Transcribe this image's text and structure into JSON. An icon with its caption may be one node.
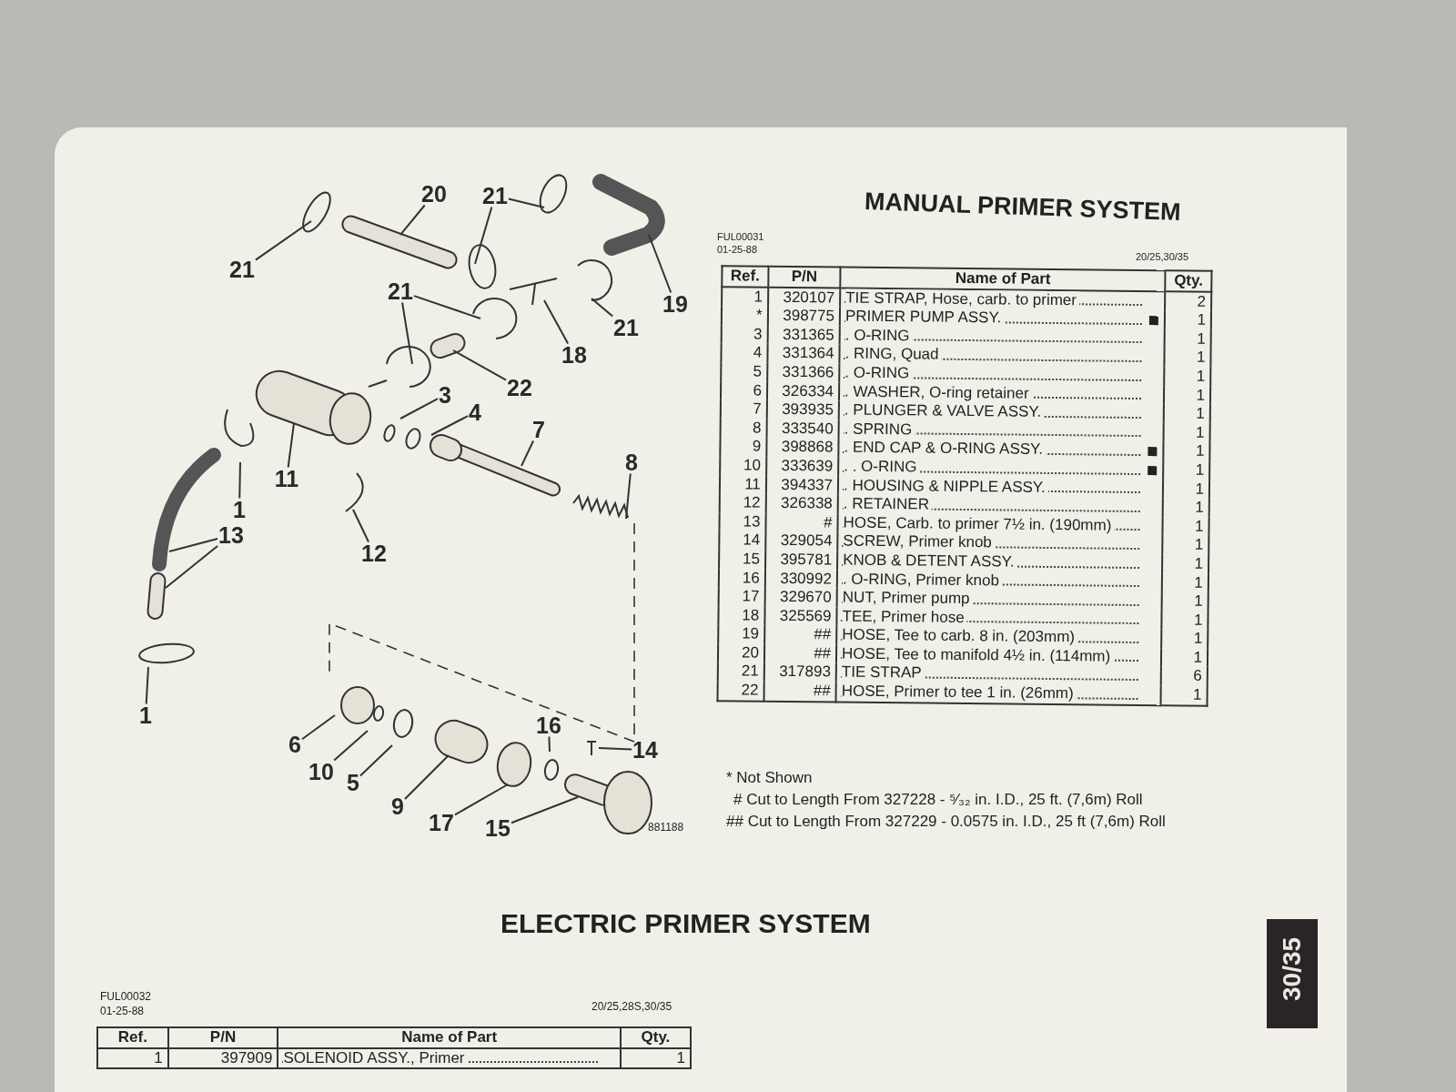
{
  "diagram": {
    "title": "MANUAL PRIMER SYSTEM",
    "nodes": [
      {
        "text": [
          "20"
        ]
      },
      {
        "text": [
          "21"
        ]
      },
      {
        "text": [
          "21"
        ]
      },
      {
        "text": [
          "19"
        ]
      },
      {
        "text": [
          "21"
        ]
      },
      {
        "text": [
          "18"
        ]
      },
      {
        "text": [
          "21"
        ]
      },
      {
        "text": [
          "22"
        ]
      },
      {
        "text": [
          "3"
        ]
      },
      {
        "text": [
          "4"
        ]
      },
      {
        "text": [
          "7"
        ]
      },
      {
        "text": [
          "8"
        ]
      },
      {
        "text": [
          "11"
        ]
      },
      {
        "text": [
          "1"
        ]
      },
      {
        "text": [
          "13"
        ]
      },
      {
        "text": [
          "12"
        ]
      },
      {
        "text": [
          "1"
        ]
      },
      {
        "text": [
          "6"
        ]
      },
      {
        "text": [
          "10"
        ]
      },
      {
        "text": [
          "5"
        ]
      },
      {
        "text": [
          "9"
        ]
      },
      {
        "text": [
          "17"
        ]
      },
      {
        "text": [
          "15"
        ]
      },
      {
        "text": [
          "16"
        ]
      },
      {
        "text": [
          "14"
        ]
      }
    ],
    "edges": [
      {
        "from": 0,
        "to": null,
        "arrow": "none"
      },
      {
        "from": 1,
        "to": null,
        "arrow": "none"
      },
      {
        "from": 2,
        "to": null,
        "arrow": "none"
      },
      {
        "from": 2,
        "to": null,
        "arrow": "none"
      },
      {
        "from": 3,
        "to": null,
        "arrow": "none"
      },
      {
        "from": 4,
        "to": null,
        "arrow": "none"
      },
      {
        "from": 5,
        "to": null,
        "arrow": "none"
      },
      {
        "from": 6,
        "to": null,
        "arrow": "none"
      },
      {
        "from": 6,
        "to": null,
        "arrow": "none"
      },
      {
        "from": 7,
        "to": null,
        "arrow": "none"
      },
      {
        "from": 8,
        "to": null,
        "arrow": "none"
      },
      {
        "from": 9,
        "to": null,
        "arrow": "none"
      },
      {
        "from": 10,
        "to": null,
        "arrow": "none"
      },
      {
        "from": 11,
        "to": null,
        "arrow": "none"
      },
      {
        "from": 12,
        "to": null,
        "arrow": "none"
      },
      {
        "from": 13,
        "to": null,
        "arrow": "none"
      },
      {
        "from": 14,
        "to": null,
        "arrow": "none"
      },
      {
        "from": 14,
        "to": null,
        "arrow": "none"
      },
      {
        "from": 15,
        "to": null,
        "arrow": "none"
      },
      {
        "from": 16,
        "to": null,
        "arrow": "none"
      },
      {
        "from": 17,
        "to": null,
        "arrow": "none"
      },
      {
        "from": 18,
        "to": null,
        "arrow": "none"
      },
      {
        "from": 19,
        "to": null,
        "arrow": "none"
      },
      {
        "from": 20,
        "to": null,
        "arrow": "none"
      },
      {
        "from": 21,
        "to": null,
        "arrow": "none"
      },
      {
        "from": 22,
        "to": null,
        "arrow": "none"
      },
      {
        "from": 23,
        "to": null,
        "arrow": "none"
      },
      {
        "from": 24,
        "to": null,
        "arrow": "none"
      }
    ],
    "labels": [
      "FUL00031",
      "01-25-88",
      "20/25,30/35",
      "Ref.",
      "P/N",
      "Name of Part",
      "Qty.",
      "1",
      "320107",
      "TIE STRAP, Hose, carb. to primer",
      "2",
      "*",
      "398775",
      "PRIMER PUMP ASSY.",
      "1",
      "3",
      "331365",
      ". O-RING",
      "1",
      "4",
      "331364",
      ". RING, Quad",
      "1",
      "5",
      "331366",
      ". O-RING",
      "1",
      "6",
      "326334",
      ". WASHER, O-ring retainer",
      "1",
      "7",
      "393935",
      ". PLUNGER & VALVE ASSY.",
      "1",
      "8",
      "333540",
      ". SPRING",
      "1",
      "9",
      "398868",
      ". END CAP & O-RING ASSY.",
      "1",
      "10",
      "333639",
      ". . O-RING",
      "1",
      "11",
      "394337",
      ". HOUSING & NIPPLE ASSY.",
      "1",
      "12",
      "326338",
      ". RETAINER",
      "1",
      "13",
      "#",
      "HOSE, Carb. to primer 7½ in. (190mm)",
      "1",
      "14",
      "329054",
      "SCREW, Primer knob",
      "1",
      "15",
      "395781",
      "KNOB & DETENT ASSY.",
      "1",
      "16",
      "330992",
      ". O-RING, Primer knob",
      "1",
      "17",
      "329670",
      "NUT, Primer pump",
      "1",
      "18",
      "325569",
      "TEE, Primer hose",
      "1",
      "19",
      "##",
      "HOSE, Tee to carb. 8 in. (203mm)",
      "1",
      "20",
      "##",
      "HOSE, Tee to manifold 4½ in. (114mm)",
      "1",
      "21",
      "317893",
      "TIE STRAP",
      "6",
      "22",
      "##",
      "HOSE, Primer to tee 1 in. (26mm)",
      "1",
      "* Not Shown",
      "# Cut to Length From 327228 - ⁵⁄₃₂ in. I.D., 25 ft. (7,6m) Roll",
      "## Cut to Length From 327229 - 0.0575 in. I.D., 25 ft (7,6m) Roll",
      "881188",
      "ELECTRIC PRIMER SYSTEM",
      "FUL00032",
      "01-25-88",
      "20/25,28S,30/35",
      "Ref.",
      "P/N",
      "Name of Part",
      "Qty.",
      "1",
      "397909",
      "SOLENOID ASSY., Primer",
      "1",
      "30/35"
    ]
  }
}
